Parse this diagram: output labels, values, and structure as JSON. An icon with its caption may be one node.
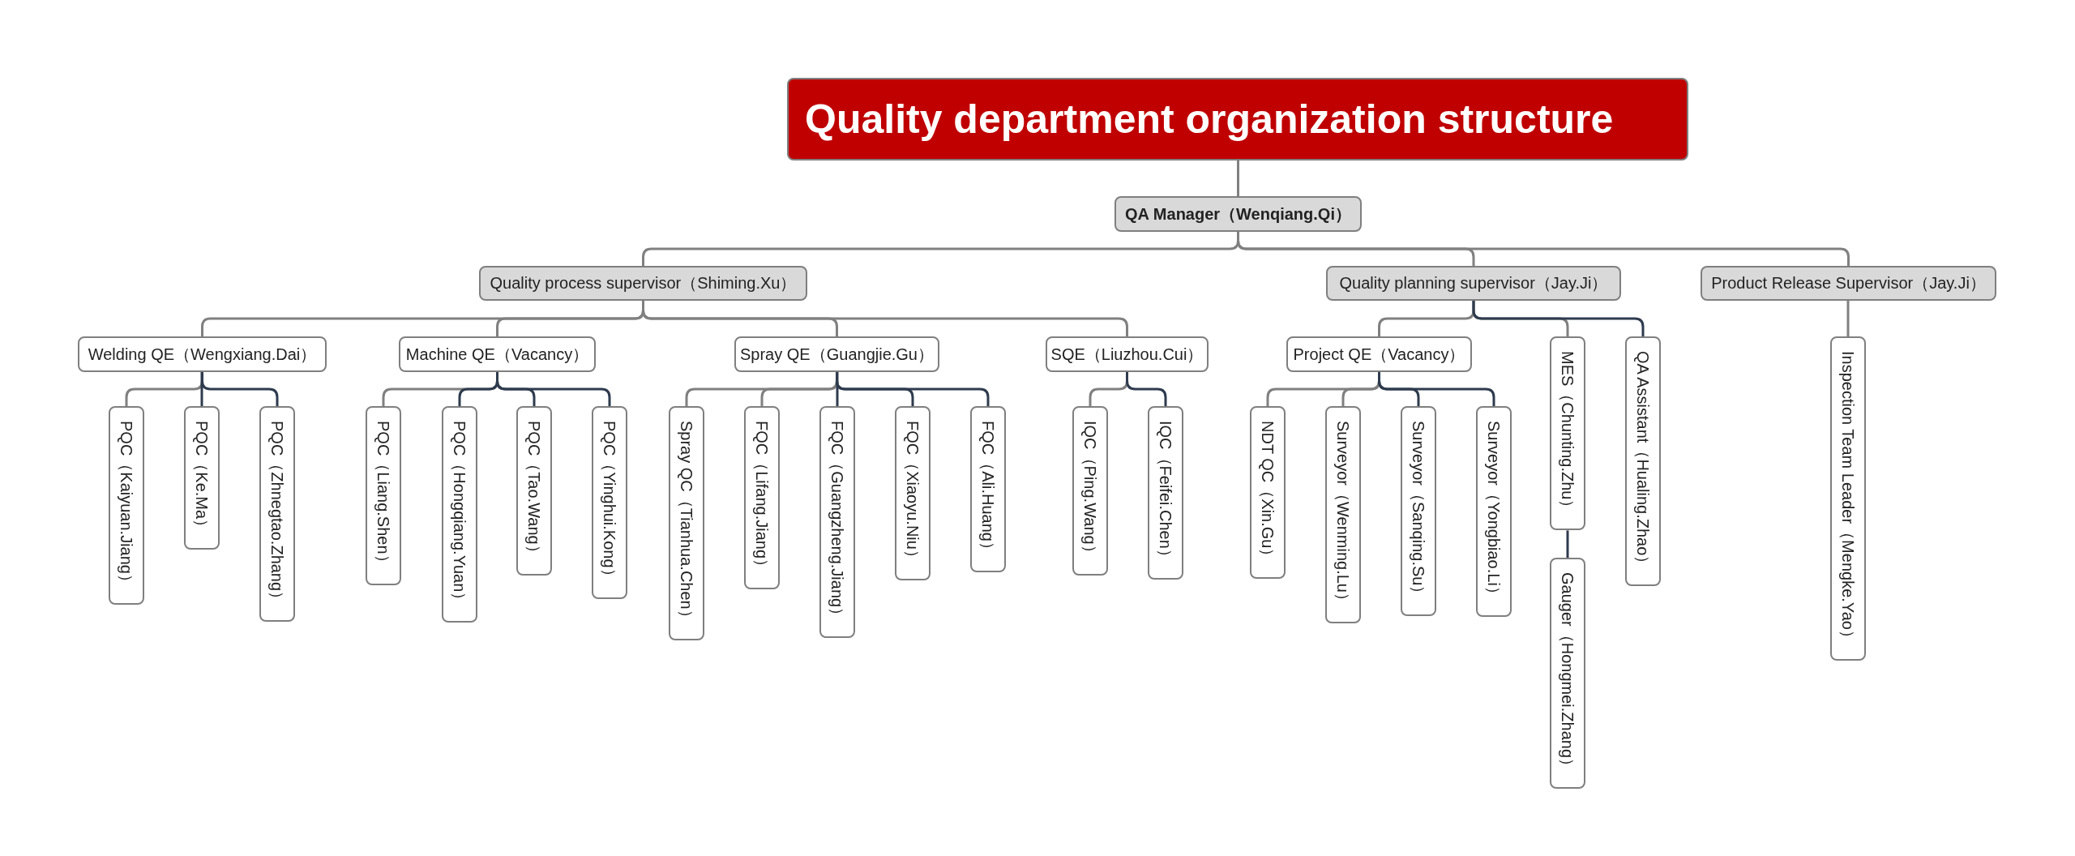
{
  "diagram": {
    "nodes": [
      {
        "text": [
          "Quality department organization structure"
        ]
      },
      {
        "text": [
          "QA Manager（Wenqiang.Qi）"
        ]
      },
      {
        "text": [
          "Quality process supervisor（Shiming.Xu）"
        ]
      },
      {
        "text": [
          "Quality planning supervisor（Jay.Ji）"
        ]
      },
      {
        "text": [
          "Product Release Supervisor（Jay.Ji）"
        ]
      },
      {
        "text": [
          "Welding QE（Wengxiang.Dai）"
        ]
      },
      {
        "text": [
          "PQC（Kaiyuan.Jiang）"
        ]
      },
      {
        "text": [
          "PQC（Ke.Ma）"
        ]
      },
      {
        "text": [
          "PQC（Zhnegtao.Zhang）"
        ]
      },
      {
        "text": [
          "Machine QE（Vacancy）"
        ]
      },
      {
        "text": [
          "PQC（Liang.Shen）"
        ]
      },
      {
        "text": [
          "PQC（Hongqiang.Yuan）"
        ]
      },
      {
        "text": [
          "PQC（Tao.Wang）"
        ]
      },
      {
        "text": [
          "PQC（Yinghui.Kong）"
        ]
      },
      {
        "text": [
          "Spray QE（Guangjie.Gu）"
        ]
      },
      {
        "text": [
          "Spray QC（Tianhua.Chen）"
        ]
      },
      {
        "text": [
          "FQC（Lifang.Jiang）"
        ]
      },
      {
        "text": [
          "FQC（Guangzheng.Jiang）"
        ]
      },
      {
        "text": [
          "FQC（Xiaoyu.Niu）"
        ]
      },
      {
        "text": [
          "FQC（Ali.Huang）"
        ]
      },
      {
        "text": [
          "SQE（Liuzhou.Cui）"
        ]
      },
      {
        "text": [
          "IQC（Ping.Wang）"
        ]
      },
      {
        "text": [
          "IQC（Feifei.Chen）"
        ]
      },
      {
        "text": [
          "Project QE（Vacancy）"
        ]
      },
      {
        "text": [
          "NDT QC（Xin.Gu）"
        ]
      },
      {
        "text": [
          "Surveyor（Wenming.Lu）"
        ]
      },
      {
        "text": [
          "Surveyor（Sanqing.Su）"
        ]
      },
      {
        "text": [
          "Surveyor（Yongbiao.Li）"
        ]
      },
      {
        "text": [
          "MES（Chunting.Zhu）"
        ]
      },
      {
        "text": [
          "Gauger（Hongmei.Zhang）"
        ]
      },
      {
        "text": [
          "QA Assistant（Hualing.Zhao）"
        ]
      },
      {
        "text": [
          "Inspection Team Leader（Mengke.Yao）"
        ]
      }
    ],
    "edges": [
      {
        "from": 0,
        "to": 1,
        "arrow": "none"
      },
      {
        "from": 1,
        "to": 2,
        "arrow": "none"
      },
      {
        "from": 1,
        "to": 3,
        "arrow": "none"
      },
      {
        "from": 1,
        "to": 4,
        "arrow": "none"
      },
      {
        "from": 2,
        "to": 5,
        "arrow": "none"
      },
      {
        "from": 2,
        "to": 9,
        "arrow": "none"
      },
      {
        "from": 2,
        "to": 14,
        "arrow": "none"
      },
      {
        "from": 2,
        "to": 20,
        "arrow": "none"
      },
      {
        "from": 5,
        "to": 6,
        "arrow": "none"
      },
      {
        "from": 5,
        "to": 7,
        "arrow": "none",
        "color": "#2e3b4e"
      },
      {
        "from": 5,
        "to": 8,
        "arrow": "none",
        "color": "#2e3b4e"
      },
      {
        "from": 9,
        "to": 10,
        "arrow": "none"
      },
      {
        "from": 9,
        "to": 11,
        "arrow": "none",
        "color": "#2e3b4e"
      },
      {
        "from": 9,
        "to": 12,
        "arrow": "none",
        "color": "#2e3b4e"
      },
      {
        "from": 9,
        "to": 13,
        "arrow": "none",
        "color": "#2e3b4e"
      },
      {
        "from": 14,
        "to": 15,
        "arrow": "none"
      },
      {
        "from": 14,
        "to": 16,
        "arrow": "none"
      },
      {
        "from": 14,
        "to": 17,
        "arrow": "none",
        "color": "#2e3b4e"
      },
      {
        "from": 14,
        "to": 18,
        "arrow": "none",
        "color": "#2e3b4e"
      },
      {
        "from": 14,
        "to": 19,
        "arrow": "none",
        "color": "#2e3b4e"
      },
      {
        "from": 20,
        "to": 21,
        "arrow": "none"
      },
      {
        "from": 20,
        "to": 22,
        "arrow": "none",
        "color": "#2e3b4e"
      },
      {
        "from": 3,
        "to": 23,
        "arrow": "none"
      },
      {
        "from": 3,
        "to": 28,
        "arrow": "none"
      },
      {
        "from": 3,
        "to": 30,
        "arrow": "none",
        "color": "#2e3b4e"
      },
      {
        "from": 23,
        "to": 24,
        "arrow": "none"
      },
      {
        "from": 23,
        "to": 25,
        "arrow": "none"
      },
      {
        "from": 23,
        "to": 26,
        "arrow": "none",
        "color": "#2e3b4e"
      },
      {
        "from": 23,
        "to": 27,
        "arrow": "none",
        "color": "#2e3b4e"
      },
      {
        "from": 28,
        "to": 29,
        "arrow": "none",
        "color": "#2e3b4e"
      },
      {
        "from": 4,
        "to": 31,
        "arrow": "none"
      }
    ]
  }
}
